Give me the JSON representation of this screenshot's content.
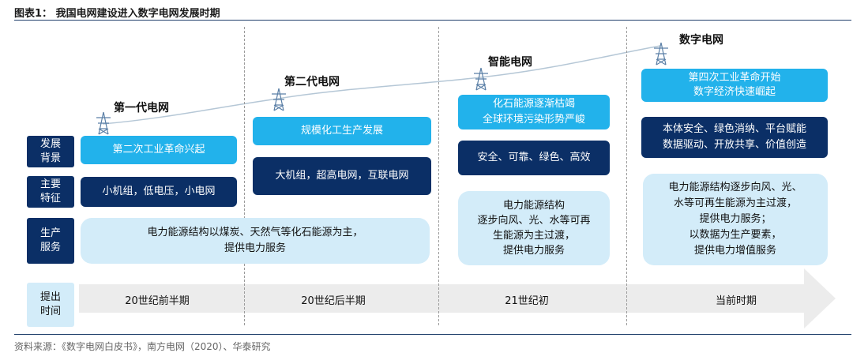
{
  "header": {
    "title": "图表1：  我国电网建设进入数字电网发展时期"
  },
  "row_labels": {
    "background": "发展\n背景",
    "features": "主要\n特征",
    "production": "生产\n服务",
    "period": "提出\n时间"
  },
  "stages": [
    {
      "name": "第一代电网",
      "background": "第二次工业革命兴起",
      "features": "小机组，低电压，小电网",
      "production": "电力能源结构以煤炭、天然气等化石能源为主，\n提供电力服务",
      "period": "20世纪前半期"
    },
    {
      "name": "第二代电网",
      "background": "规模化工生产发展",
      "features": "大机组，超高电网，互联电网",
      "period": "20世纪后半期"
    },
    {
      "name": "智能电网",
      "background": "化石能源逐渐枯竭\n全球环境污染形势严峻",
      "features": "安全、可靠、绿色、高效",
      "production": "电力能源结构\n逐步向风、光、水等可再\n生能源为主过渡，\n提供电力服务",
      "period": "21世纪初"
    },
    {
      "name": "数字电网",
      "background": "第四次工业革命开始\n数字经济快速崛起",
      "features": "本体安全、绿色消纳、平台赋能\n数据驱动、开放共享、价值创造",
      "production": "电力能源结构逐步向风、光、\n水等可再生能源为主过渡，\n提供电力服务；\n以数据为生产要素，\n提供电力增值服务",
      "period": "当前时期"
    }
  ],
  "source": "资料来源：《数字电网白皮书》，南方电网（2020）、华泰研究",
  "colors": {
    "navy": "#0b2f66",
    "cyan": "#22b2eb",
    "pale": "#d3ecf9",
    "arrow": "#ececec"
  }
}
